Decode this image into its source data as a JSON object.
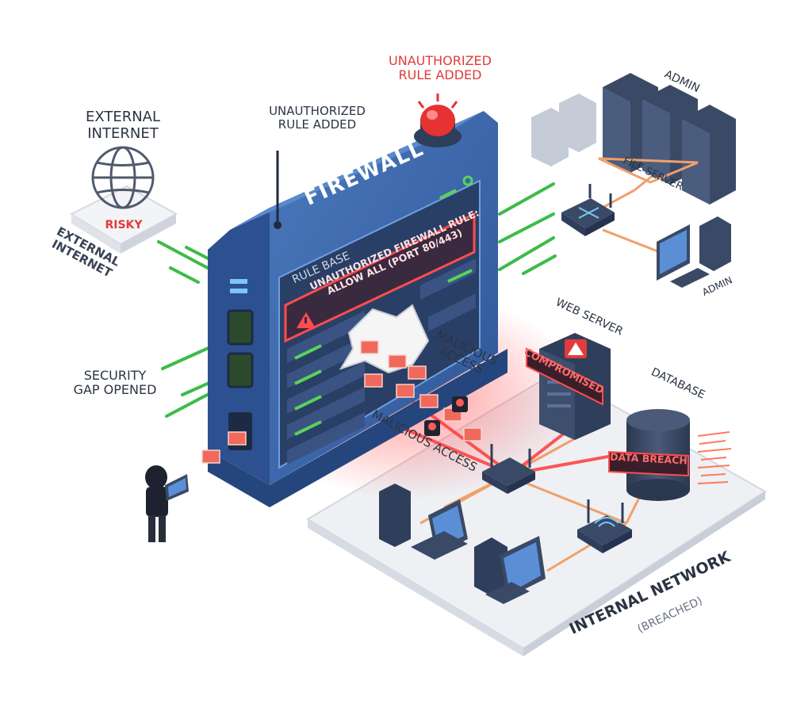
{
  "labels": {
    "alert_top": [
      "UNAUTHORIZED",
      "RULE ADDED"
    ],
    "alert_firewall": [
      "UNAUTHORIZED",
      "RULE ADDED"
    ],
    "external_internet": [
      "EXTERNAL",
      "INTERNET"
    ],
    "external_internet_floor": [
      "EXTERNAL",
      "INTERNET"
    ],
    "risky": "RISKY",
    "firewall": "FIREWALL",
    "rule_base": "RULE BASE",
    "rule_alert": [
      "UNAUTHORIZED FIREWALL RULE:",
      "ALLOW ALL (PORT 80/443)"
    ],
    "security_gap": [
      "SECURITY",
      "GAP OPENED"
    ],
    "malicious_access_1": [
      "MALICIOUS",
      "ACCESS"
    ],
    "malicious_access_2": "MALICIOUS ACCESS",
    "admin_top": "ADMIN",
    "file_server": "FILE SERVER",
    "admin_workstation": "ADMIN",
    "web_server": "WEB SERVER",
    "compromised": "COMPROMISED",
    "database": "DATABASE",
    "data_breach": "DATA BREACH",
    "internal_network": "INTERNAL NETWORK",
    "breached": "(BREACHED)"
  },
  "colors": {
    "firewall_blue": "#3a65a8",
    "alert_red": "#e23b3b",
    "safe_green": "#3dbb4a",
    "link_orange": "#f0a069",
    "server_navy": "#2f3e5b"
  },
  "icons": [
    "globe-icon",
    "warning-icon",
    "skull-icon",
    "alarm-light-icon",
    "router-icon",
    "wifi-icon",
    "hacker-icon"
  ]
}
